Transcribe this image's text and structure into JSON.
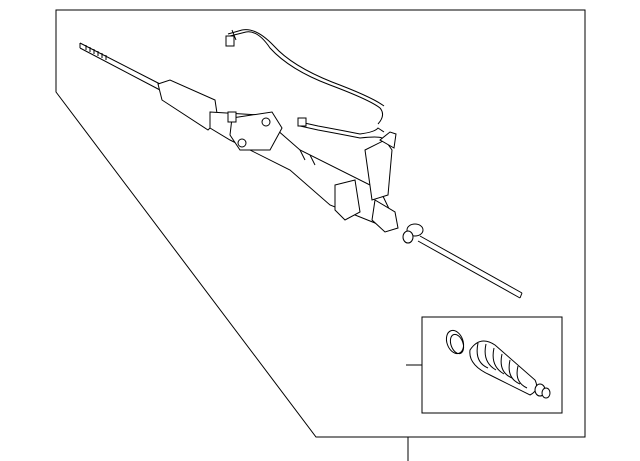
{
  "diagram": {
    "type": "exploded-parts-diagram",
    "colors": {
      "line": "#000000",
      "background": "#ffffff"
    },
    "parts": [
      {
        "name": "steering-gear-assembly",
        "callout": ""
      },
      {
        "name": "boot-kit",
        "callout": ""
      }
    ]
  }
}
